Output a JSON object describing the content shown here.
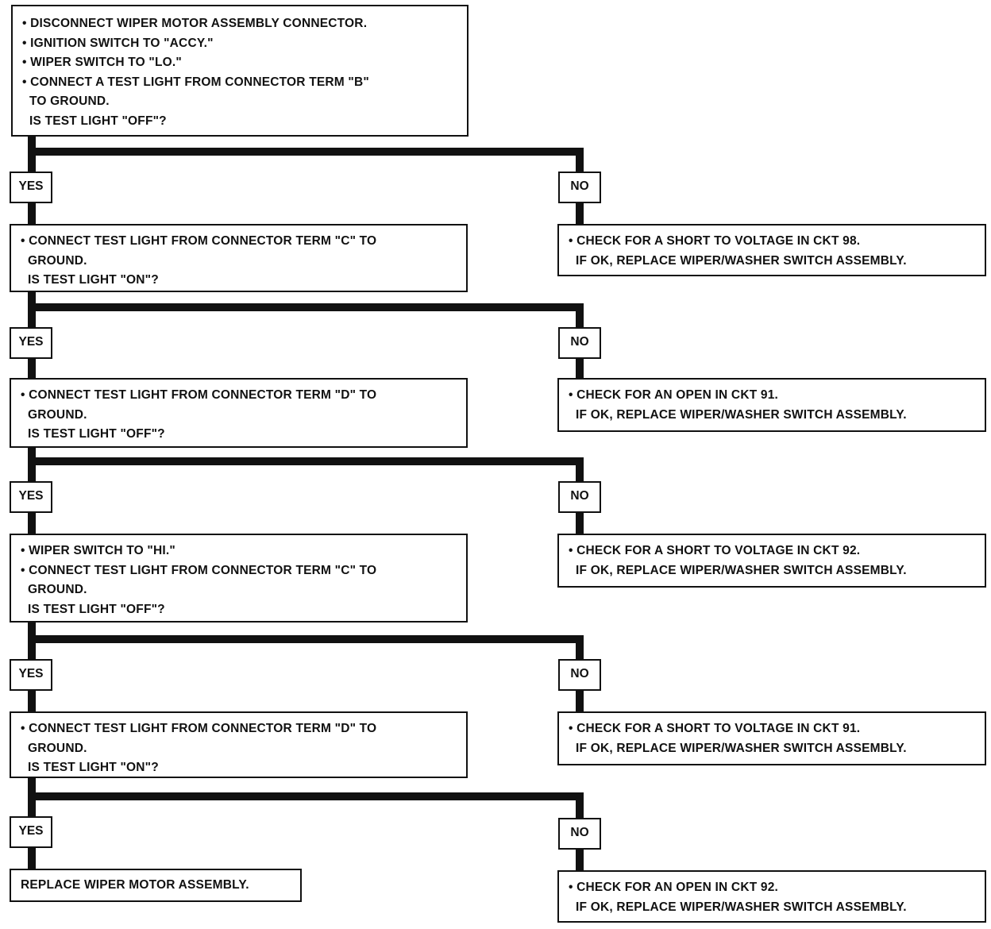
{
  "start": {
    "lines": [
      "• DISCONNECT WIPER MOTOR ASSEMBLY CONNECTOR.",
      "• IGNITION SWITCH TO \"ACCY.\"",
      "• WIPER SWITCH TO \"LO.\"",
      "• CONNECT A TEST LIGHT FROM CONNECTOR TERM \"B\"",
      "  TO GROUND.",
      "  IS TEST LIGHT \"OFF\"?"
    ]
  },
  "yes_label": "YES",
  "no_label": "NO",
  "steps": [
    {
      "yes_box": [
        "• CONNECT TEST LIGHT FROM CONNECTOR TERM \"C\" TO",
        "  GROUND.",
        "  IS TEST LIGHT \"ON\"?"
      ],
      "no_box": [
        "• CHECK FOR A SHORT TO VOLTAGE IN CKT 98.",
        "  IF OK, REPLACE WIPER/WASHER SWITCH ASSEMBLY."
      ]
    },
    {
      "yes_box": [
        "• CONNECT TEST LIGHT FROM CONNECTOR TERM \"D\" TO",
        "  GROUND.",
        "  IS TEST LIGHT \"OFF\"?"
      ],
      "no_box": [
        "• CHECK FOR AN OPEN IN CKT 91.",
        "  IF OK, REPLACE WIPER/WASHER SWITCH ASSEMBLY."
      ]
    },
    {
      "yes_box": [
        "• WIPER SWITCH TO \"HI.\"",
        "• CONNECT TEST LIGHT FROM CONNECTOR TERM \"C\" TO",
        "  GROUND.",
        "  IS TEST LIGHT \"OFF\"?"
      ],
      "no_box": [
        "• CHECK FOR A SHORT TO VOLTAGE IN CKT 92.",
        "  IF OK, REPLACE WIPER/WASHER SWITCH ASSEMBLY."
      ]
    },
    {
      "yes_box": [
        "• CONNECT TEST LIGHT FROM CONNECTOR TERM \"D\" TO",
        "  GROUND.",
        "  IS TEST LIGHT \"ON\"?"
      ],
      "no_box": [
        "• CHECK FOR A SHORT TO VOLTAGE IN CKT 91.",
        "  IF OK, REPLACE WIPER/WASHER SWITCH ASSEMBLY."
      ]
    },
    {
      "yes_box": [
        "REPLACE WIPER MOTOR ASSEMBLY."
      ],
      "no_box": [
        "• CHECK FOR AN OPEN IN CKT 92.",
        "  IF OK, REPLACE WIPER/WASHER SWITCH ASSEMBLY."
      ]
    }
  ]
}
